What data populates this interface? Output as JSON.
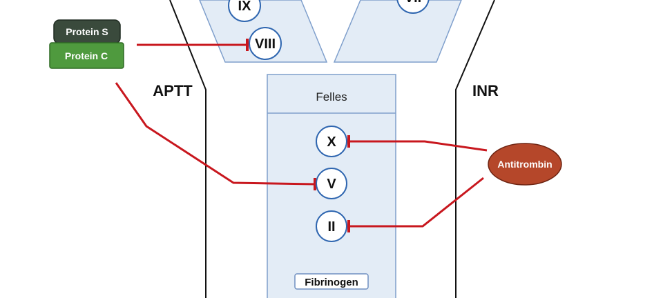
{
  "labels": {
    "aptt": "APTT",
    "inr": "INR",
    "common": "Felles"
  },
  "inhibitors": {
    "protein_s": "Protein S",
    "protein_c": "Protein C",
    "antithrombin": "Antitrombin"
  },
  "factors": {
    "ix": "IX",
    "viii": "VIII",
    "vii": "VII",
    "x": "X",
    "v": "V",
    "ii": "II",
    "fibrinogen": "Fibrinogen"
  },
  "colors": {
    "panel": "#e3ecf6",
    "panel_stroke": "#7f9fcc",
    "inhibit": "#c8171e",
    "protein_s": "#3a4a3c",
    "protein_c": "#4f9a3e",
    "antithrombin": "#b5472a"
  }
}
